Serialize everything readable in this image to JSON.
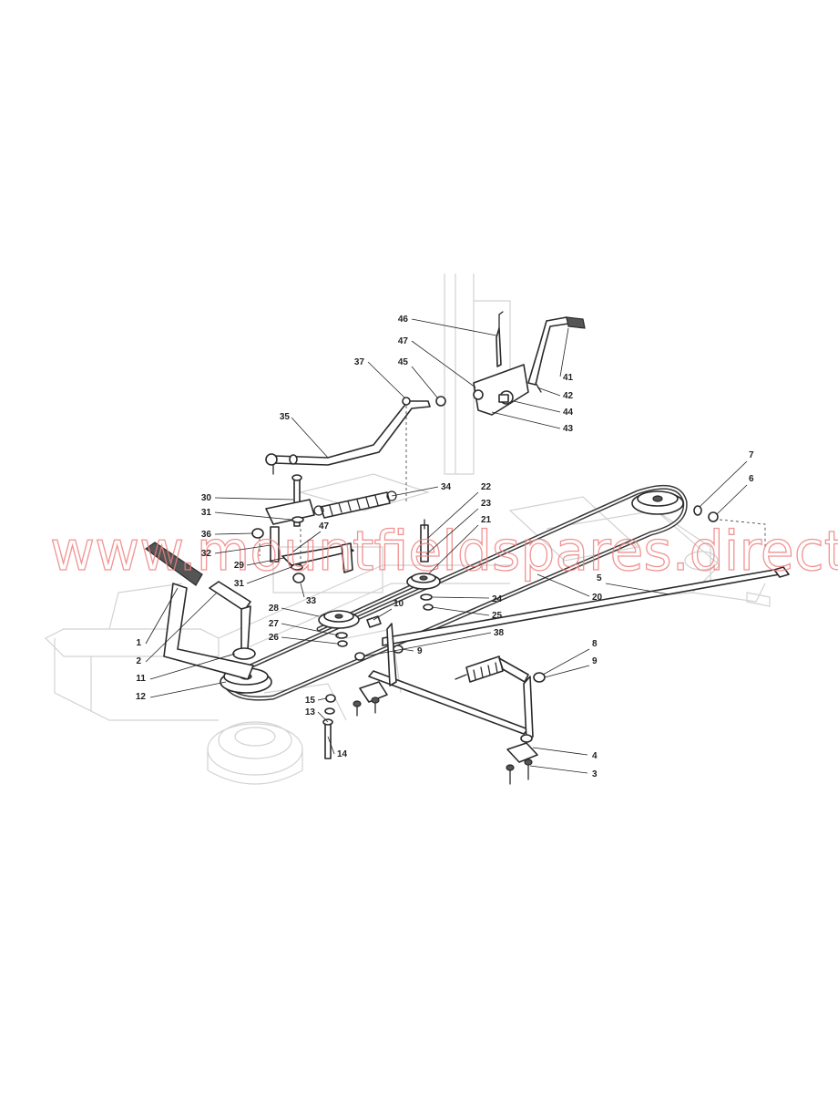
{
  "watermark": "www.mountfieldspares.direct",
  "callouts": [
    {
      "id": "c1",
      "label": "1"
    },
    {
      "id": "c2",
      "label": "2"
    },
    {
      "id": "c3",
      "label": "3"
    },
    {
      "id": "c4",
      "label": "4"
    },
    {
      "id": "c5",
      "label": "5"
    },
    {
      "id": "c6",
      "label": "6"
    },
    {
      "id": "c7",
      "label": "7"
    },
    {
      "id": "c8",
      "label": "8"
    },
    {
      "id": "c9a",
      "label": "9"
    },
    {
      "id": "c9b",
      "label": "9"
    },
    {
      "id": "c10",
      "label": "10"
    },
    {
      "id": "c11",
      "label": "11"
    },
    {
      "id": "c12",
      "label": "12"
    },
    {
      "id": "c13",
      "label": "13"
    },
    {
      "id": "c14",
      "label": "14"
    },
    {
      "id": "c15",
      "label": "15"
    },
    {
      "id": "c20",
      "label": "20"
    },
    {
      "id": "c21",
      "label": "21"
    },
    {
      "id": "c22",
      "label": "22"
    },
    {
      "id": "c23",
      "label": "23"
    },
    {
      "id": "c24",
      "label": "24"
    },
    {
      "id": "c25",
      "label": "25"
    },
    {
      "id": "c26",
      "label": "26"
    },
    {
      "id": "c27",
      "label": "27"
    },
    {
      "id": "c28",
      "label": "28"
    },
    {
      "id": "c29",
      "label": "29"
    },
    {
      "id": "c30",
      "label": "30"
    },
    {
      "id": "c31a",
      "label": "31"
    },
    {
      "id": "c31b",
      "label": "31"
    },
    {
      "id": "c32",
      "label": "32"
    },
    {
      "id": "c33",
      "label": "33"
    },
    {
      "id": "c34",
      "label": "34"
    },
    {
      "id": "c35",
      "label": "35"
    },
    {
      "id": "c36",
      "label": "36"
    },
    {
      "id": "c37",
      "label": "37"
    },
    {
      "id": "c38",
      "label": "38"
    },
    {
      "id": "c41",
      "label": "41"
    },
    {
      "id": "c42",
      "label": "42"
    },
    {
      "id": "c43",
      "label": "43"
    },
    {
      "id": "c44",
      "label": "44"
    },
    {
      "id": "c45",
      "label": "45"
    },
    {
      "id": "c46",
      "label": "46"
    },
    {
      "id": "c47a",
      "label": "47"
    },
    {
      "id": "c47b",
      "label": "47"
    }
  ]
}
